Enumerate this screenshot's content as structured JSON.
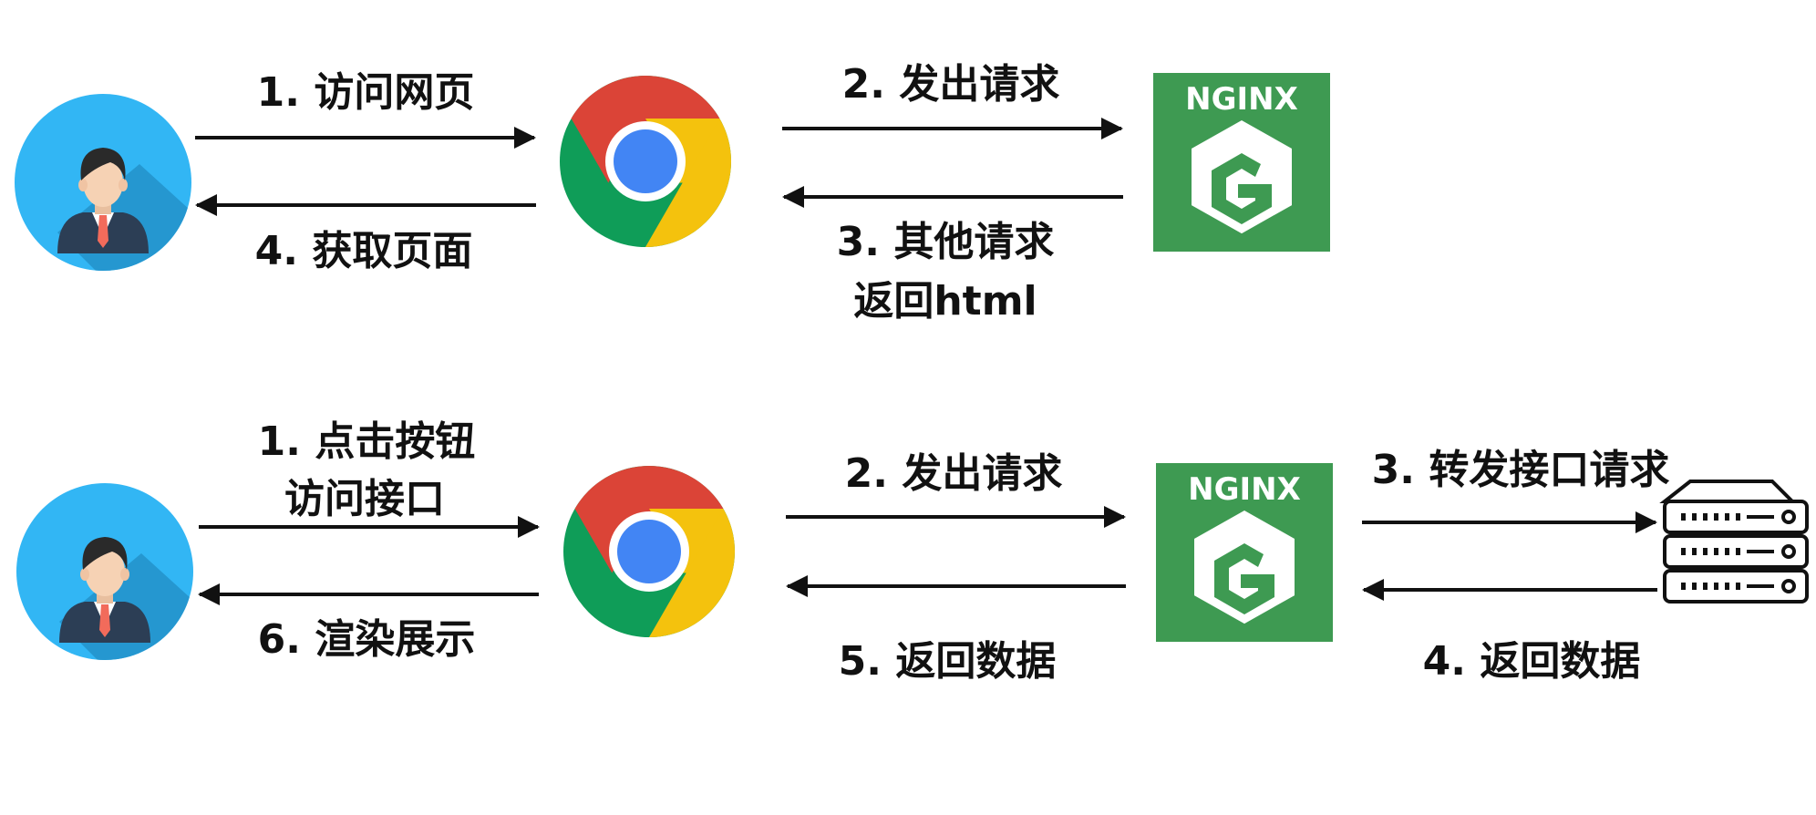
{
  "colors": {
    "user_circle": "#32b6f4",
    "user_shadow": "#2394cc",
    "suit": "#2c3e55",
    "skin": "#f6d2b4",
    "hair": "#2a2a2a",
    "tie": "#f26b5b",
    "chrome_red": "#db4437",
    "chrome_yellow": "#f4c20d",
    "chrome_green": "#0f9d58",
    "chrome_blue": "#4285f4",
    "nginx_green": "#3e9a52",
    "arrow": "#111111"
  },
  "icons": {
    "user": "user-avatar-icon",
    "browser": "chrome-icon",
    "nginx": "nginx-icon",
    "server": "server-icon"
  },
  "top": {
    "step1": "1. 访问网页",
    "step2": "2. 发出请求",
    "step3_line1": "3. 其他请求",
    "step3_line2": "返回html",
    "step4": "4. 获取页面",
    "nginx_text": "NGINX"
  },
  "bottom": {
    "step1_line1": "1.   点击按钮",
    "step1_line2": "访问接口",
    "step2": "2. 发出请求",
    "step3": "3. 转发接口请求",
    "step4": "4. 返回数据",
    "step5": "5. 返回数据",
    "step6": "6. 渲染展示",
    "nginx_text": "NGINX"
  }
}
